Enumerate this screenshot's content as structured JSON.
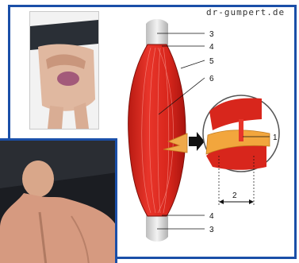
{
  "site_label": "dr-gumpert.de",
  "callout_numbers": {
    "tendon_top": "3",
    "junction_top": "4",
    "fascia": "5",
    "muscle_belly": "6",
    "fiber": "1",
    "gap": "2",
    "junction_bottom": "4",
    "tendon_bottom": "3"
  },
  "colors": {
    "frame_border": "#1a4fa8",
    "muscle_red": "#d8261c",
    "tendon_white": "#e6e6e6"
  },
  "icons": {
    "arrow": "right-arrow-icon",
    "zoom": "magnifier-circle-icon"
  }
}
